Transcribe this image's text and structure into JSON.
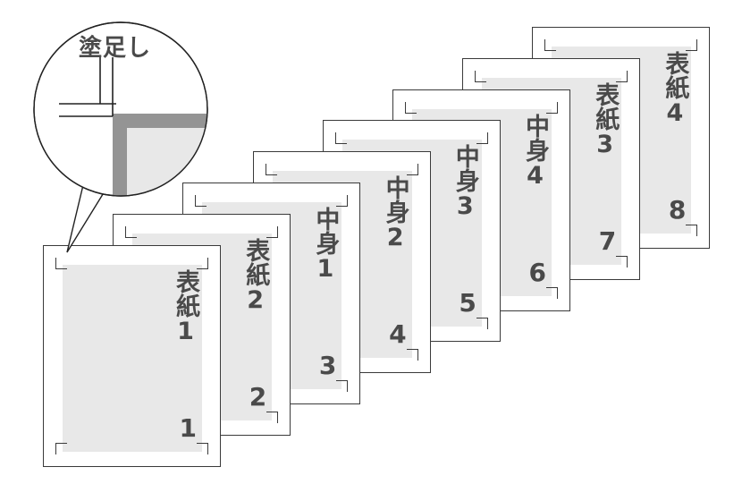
{
  "figure": {
    "type": "print-imposition-diagram",
    "callout": {
      "label": "塗足し",
      "detail_name": "bleed-corner-detail",
      "colors": {
        "bleed_band": "#949494",
        "content_area": "#e8e8e8",
        "crop_mark": "#222222",
        "outline": "#222222"
      }
    },
    "colors": {
      "sheet_fill": "#ffffff",
      "sheet_border": "#3a3a3a",
      "content_area": "#e8e8e8",
      "text": "#4a4a4a"
    },
    "sheets": [
      {
        "label": "表紙1",
        "page": "1"
      },
      {
        "label": "表紙2",
        "page": "2"
      },
      {
        "label": "中身1",
        "page": "3"
      },
      {
        "label": "中身2",
        "page": "4"
      },
      {
        "label": "中身3",
        "page": "5"
      },
      {
        "label": "中身4",
        "page": "6"
      },
      {
        "label": "表紙3",
        "page": "7"
      },
      {
        "label": "表紙4",
        "page": "8"
      }
    ]
  }
}
